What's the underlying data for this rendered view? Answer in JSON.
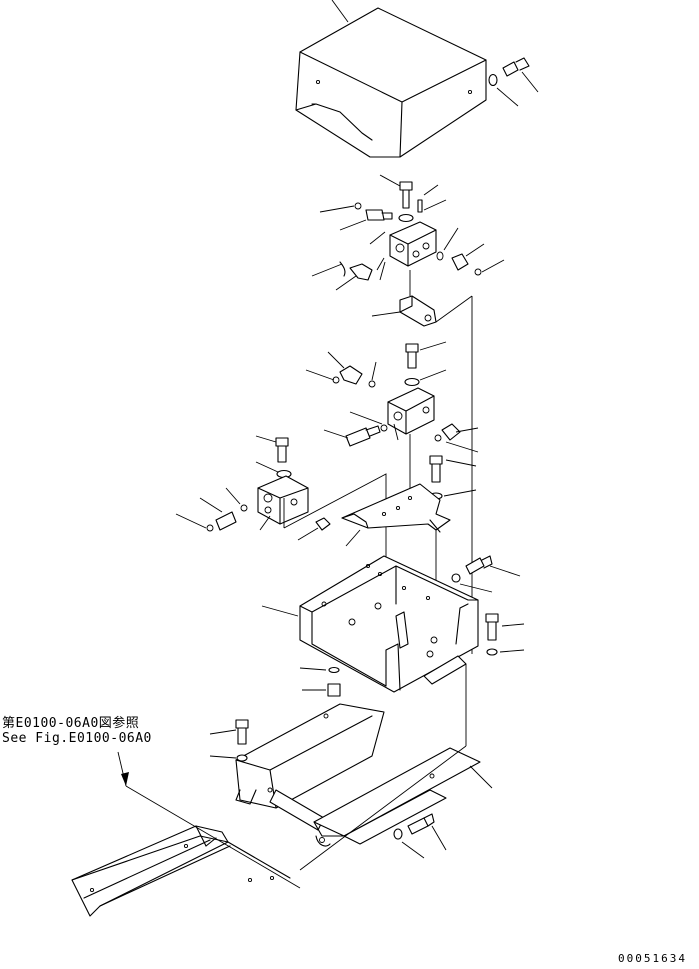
{
  "reference_note": {
    "japanese": "第E0100-06A0図参照",
    "english": "See Fig.E0100-06A0"
  },
  "drawing_number": "00051634",
  "parts": [
    {
      "name": "cover",
      "icon": "cover-box"
    },
    {
      "name": "bolt",
      "icon": "bolt"
    },
    {
      "name": "washer",
      "icon": "washer"
    },
    {
      "name": "valve-block-upper",
      "icon": "valve-block"
    },
    {
      "name": "bracket-small",
      "icon": "bracket"
    },
    {
      "name": "valve-block-middle",
      "icon": "valve-block"
    },
    {
      "name": "valve-block-left",
      "icon": "valve-block"
    },
    {
      "name": "mounting-plate",
      "icon": "plate"
    },
    {
      "name": "tray-box",
      "icon": "tray"
    },
    {
      "name": "support-frame",
      "icon": "frame"
    },
    {
      "name": "rail",
      "icon": "rail"
    }
  ]
}
